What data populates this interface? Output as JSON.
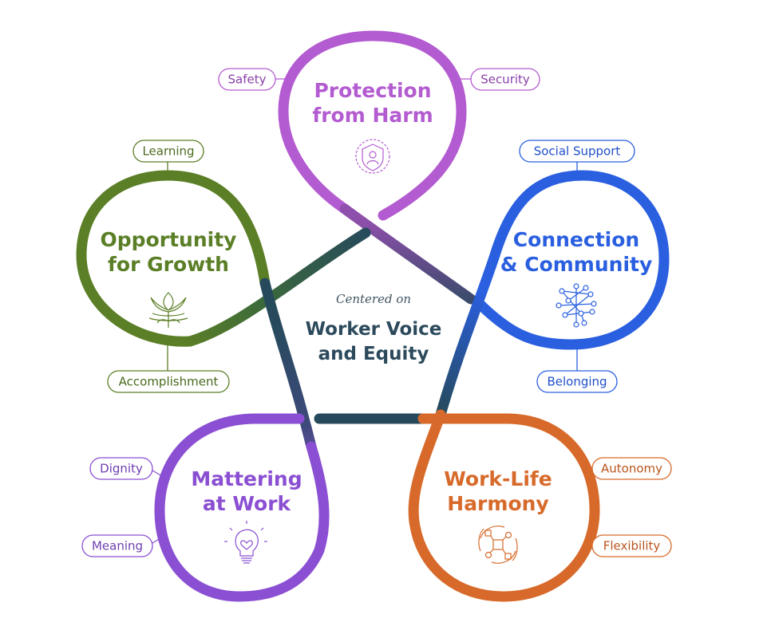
{
  "center": {
    "subtitle": "Centered on",
    "title_line1": "Worker Voice",
    "title_line2": "and Equity"
  },
  "colors": {
    "protection": "#b35bd0",
    "connection": "#2a5fe0",
    "harmony": "#d76a2a",
    "mattering": "#8a4fd2",
    "growth": "#5b7f26",
    "hub": "#264a5c"
  },
  "lobes": {
    "protection": {
      "line1": "Protection",
      "line2": "from Harm",
      "icon": "shield-person-icon",
      "tags": [
        "Safety",
        "Security"
      ]
    },
    "connection": {
      "line1": "Connection",
      "line2": "& Community",
      "icon": "network-icon",
      "tags": [
        "Social Support",
        "Belonging"
      ]
    },
    "harmony": {
      "line1": "Work-Life",
      "line2": "Harmony",
      "icon": "cycle-flow-icon",
      "tags": [
        "Autonomy",
        "Flexibility"
      ]
    },
    "mattering": {
      "line1": "Mattering",
      "line2": "at Work",
      "icon": "lightbulb-heart-icon",
      "tags": [
        "Dignity",
        "Meaning"
      ]
    },
    "growth": {
      "line1": "Opportunity",
      "line2": "for Growth",
      "icon": "lotus-icon",
      "tags": [
        "Learning",
        "Accomplishment"
      ]
    }
  }
}
